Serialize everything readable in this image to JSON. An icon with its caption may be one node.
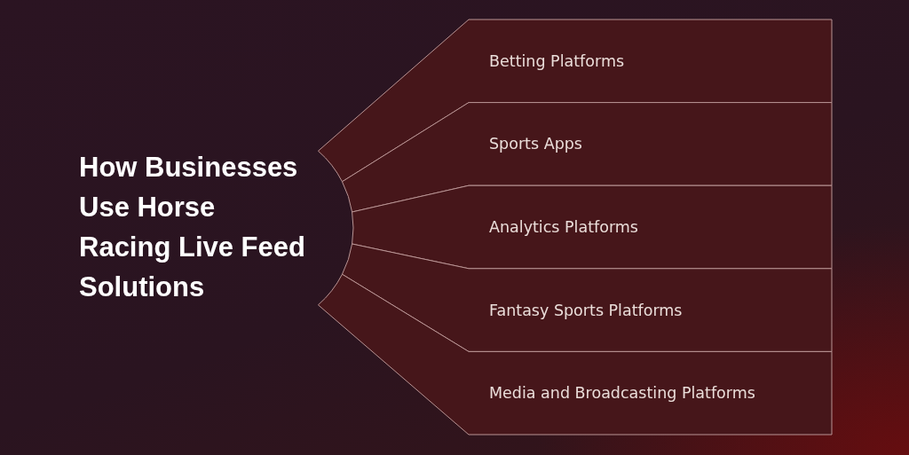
{
  "diagram": {
    "title": "How Businesses Use Horse Racing Live Feed Solutions",
    "nodes": [
      {
        "text": [
          "Betting Platforms"
        ]
      },
      {
        "text": [
          "Sports Apps"
        ]
      },
      {
        "text": [
          "Analytics Platforms"
        ]
      },
      {
        "text": [
          "Fantasy Sports Platforms"
        ]
      },
      {
        "text": [
          "Media and Broadcasting Platforms"
        ]
      }
    ]
  }
}
